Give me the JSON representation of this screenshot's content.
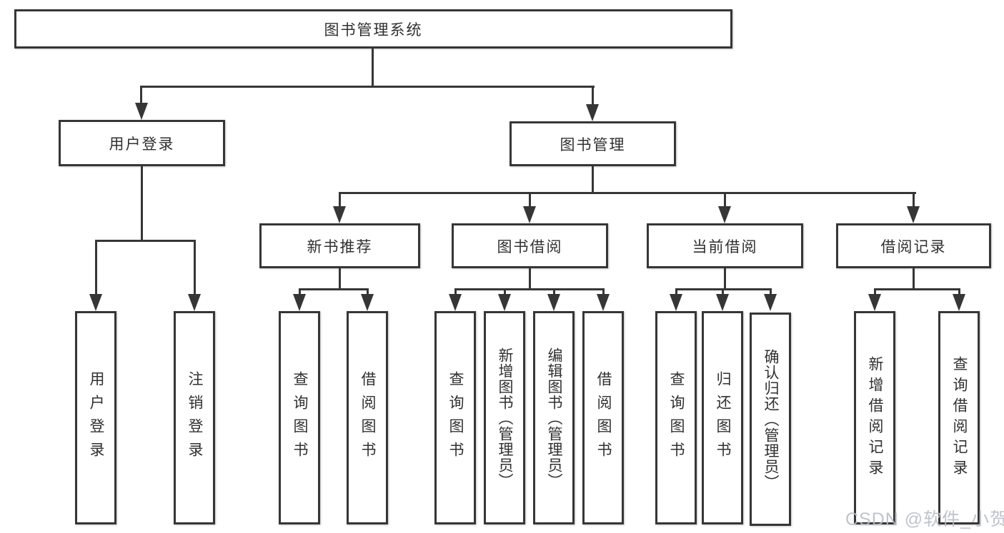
{
  "watermark": "CSDN @软件_小贺同学",
  "colors": {
    "line": "#363636",
    "text": "#303030",
    "background": "#ffffff",
    "watermark": "#b9bdc7"
  },
  "nodes": {
    "root": {
      "label": "图书管理系统"
    },
    "user_login": {
      "label": "用户登录"
    },
    "book_mgmt": {
      "label": "图书管理"
    },
    "new_book_rec": {
      "label": "新书推荐"
    },
    "book_borrow": {
      "label": "图书借阅"
    },
    "current_borrow": {
      "label": "当前借阅"
    },
    "borrow_record": {
      "label": "借阅记录"
    },
    "login_user": {
      "label": "用户登录"
    },
    "login_logout": {
      "label": "注销登录"
    },
    "rec_query_book": {
      "label": "查询图书"
    },
    "rec_borrow_book": {
      "label": "借阅图书"
    },
    "bb_query_book": {
      "label": "查询图书"
    },
    "bb_add_book": {
      "label": "新增图书（管理员）"
    },
    "bb_edit_book": {
      "label": "编辑图书（管理员）"
    },
    "bb_borrow_book": {
      "label": "借阅图书"
    },
    "cb_query_book": {
      "label": "查询图书"
    },
    "cb_return_book": {
      "label": "归还图书"
    },
    "cb_confirm_return": {
      "label": "确认归还（管理员）"
    },
    "br_add_record": {
      "label": "新增借阅记录"
    },
    "br_query_record": {
      "label": "查询借阅记录"
    }
  }
}
